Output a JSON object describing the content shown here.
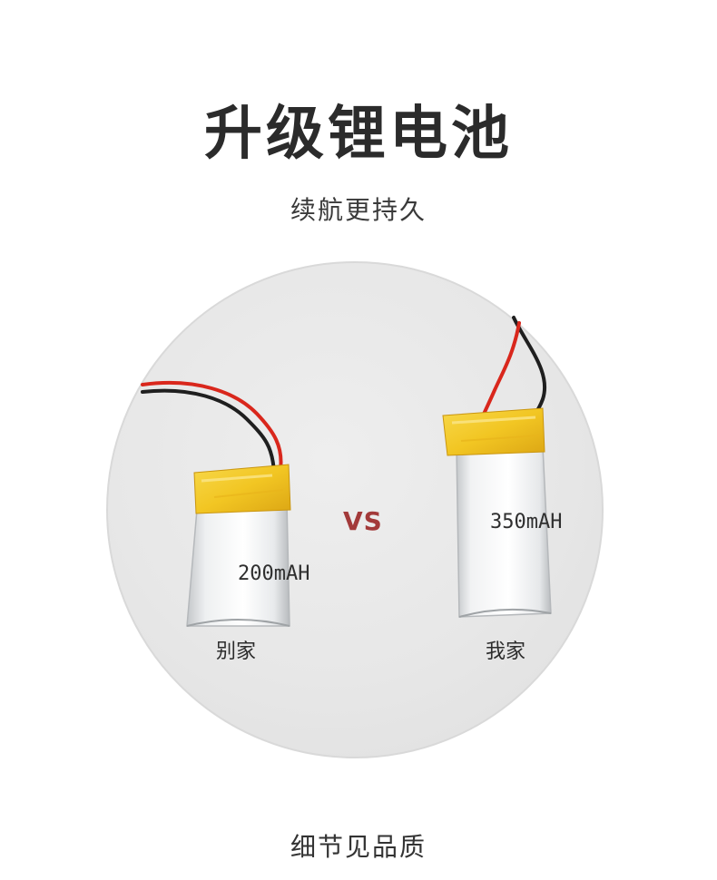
{
  "header": {
    "title": "升级锂电池",
    "subtitle": "续航更持久"
  },
  "comparison": {
    "vs_label": "VS",
    "left": {
      "capacity": "200mAH",
      "name": "别家"
    },
    "right": {
      "capacity": "350mAH",
      "name": "我家"
    }
  },
  "footer": {
    "text": "细节见品质"
  },
  "colors": {
    "title": "#2b2b2b",
    "vs": "#a33a3a",
    "tape": "#f2c623",
    "wire_red": "#d9271c",
    "wire_black": "#1f1f1f",
    "cell_silver": "#d7d9db"
  }
}
